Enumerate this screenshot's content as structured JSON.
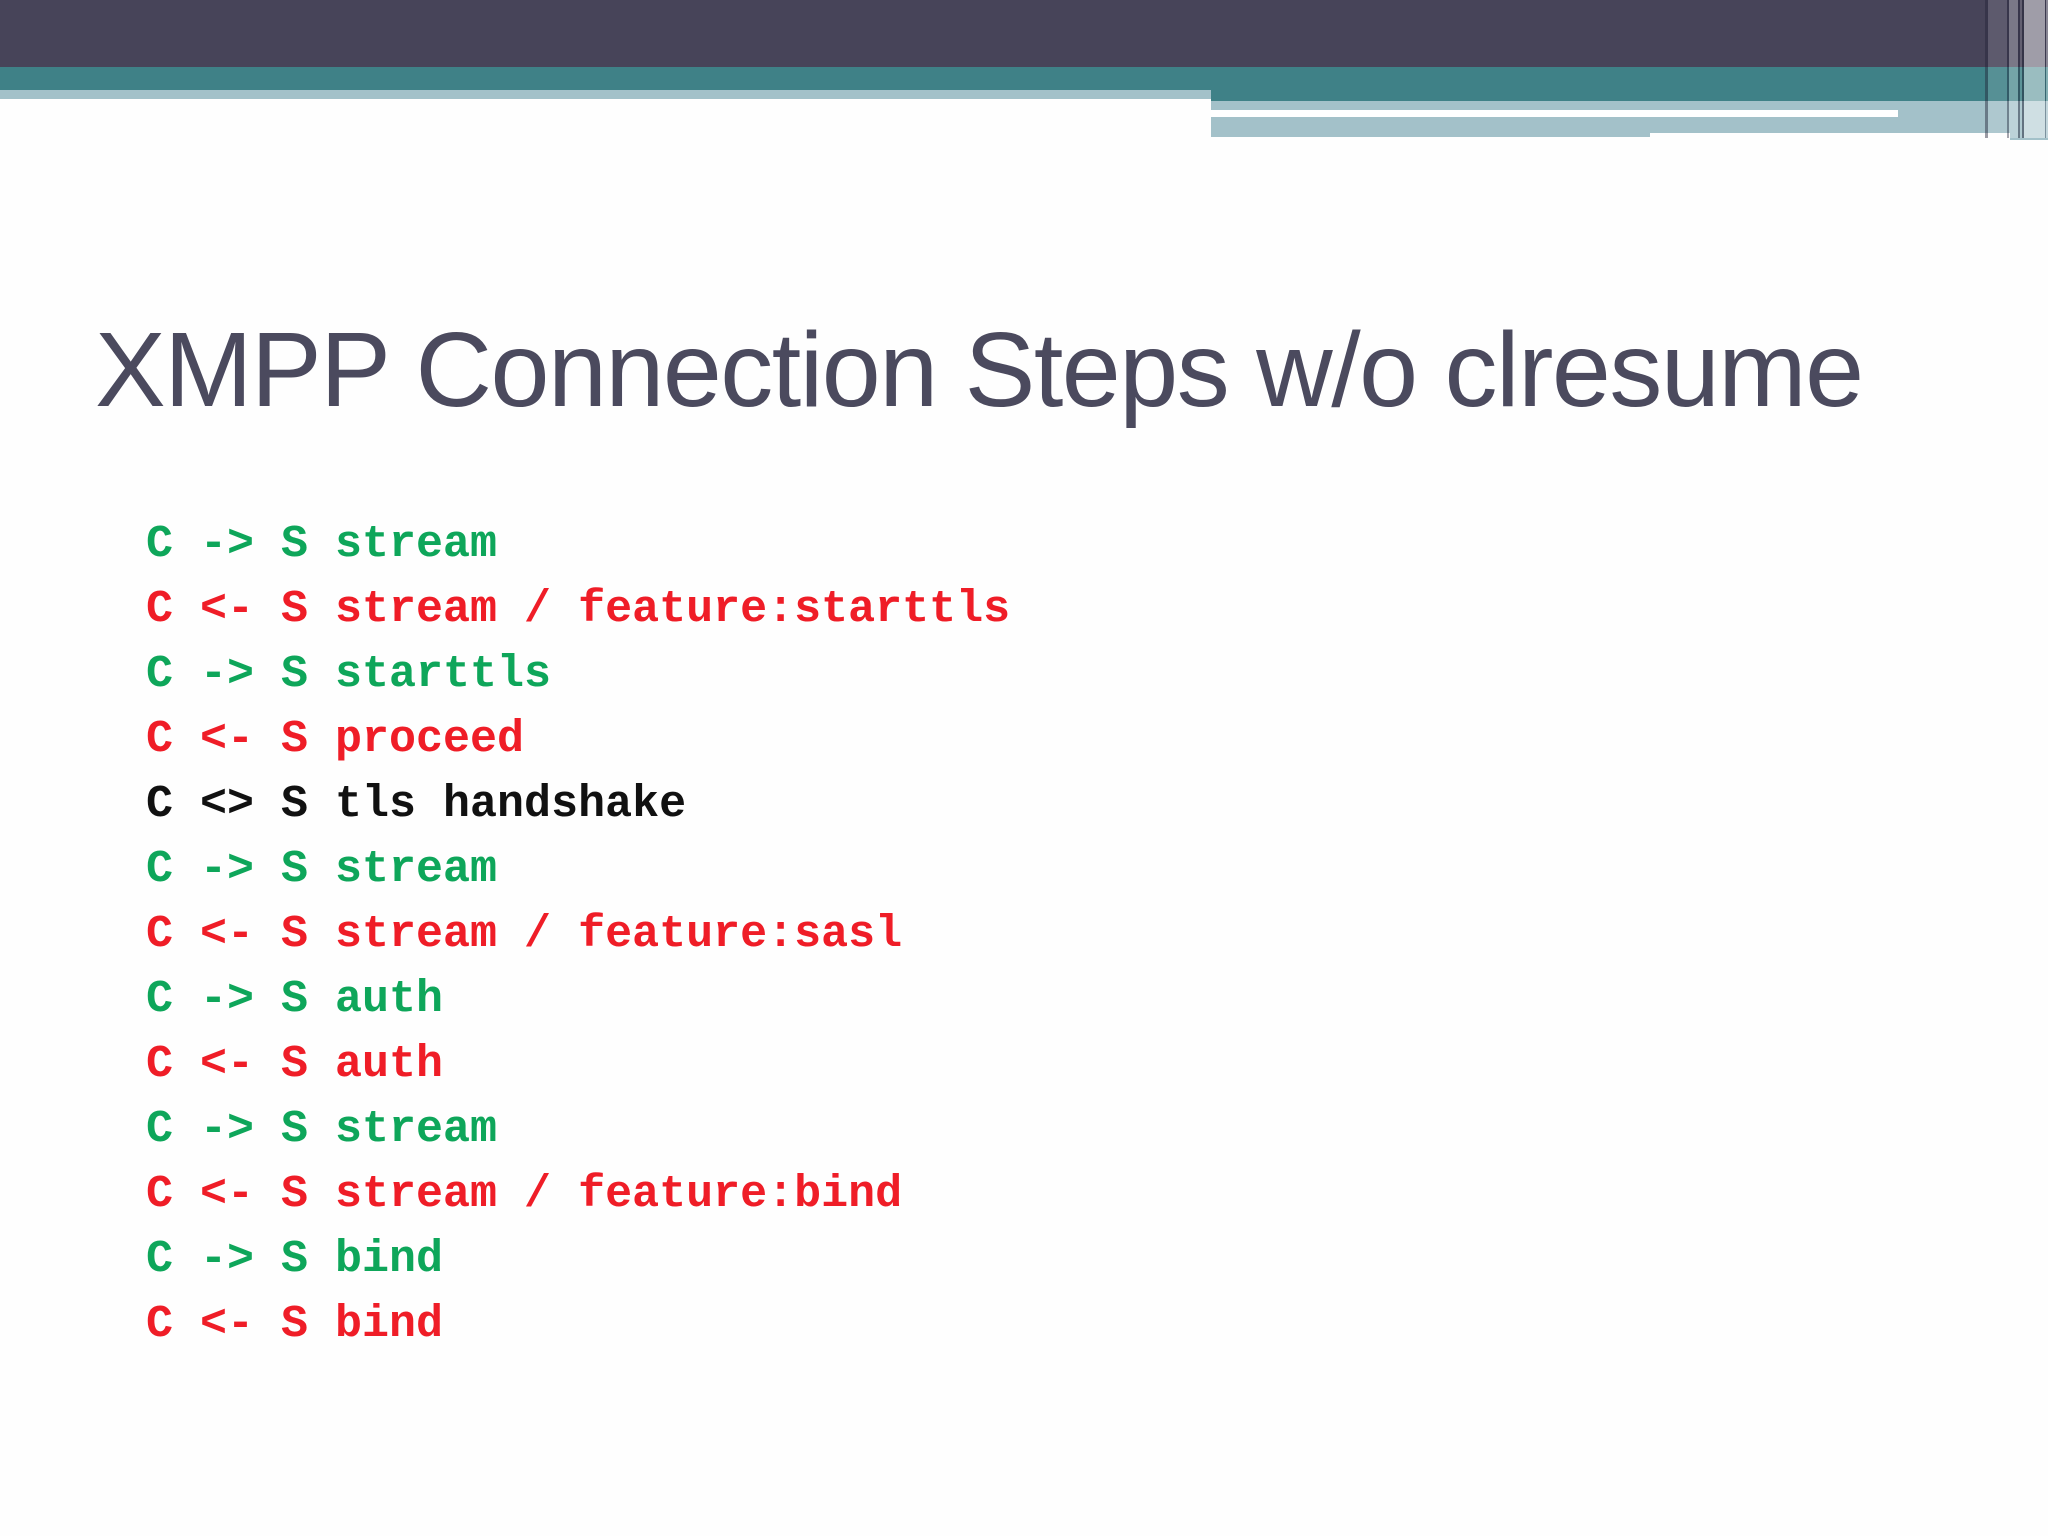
{
  "slide_title": "XMPP Connection Steps w/o clresume",
  "code_lines": [
    {
      "text": "C -> S stream",
      "direction": "client-to-server",
      "color": "#0EA65A"
    },
    {
      "text": "C <- S stream / feature:starttls",
      "direction": "server-to-client",
      "color": "#EF1D27"
    },
    {
      "text": "C -> S starttls",
      "direction": "client-to-server",
      "color": "#0EA65A"
    },
    {
      "text": "C <- S proceed",
      "direction": "server-to-client",
      "color": "#EF1D27"
    },
    {
      "text": "C <> S tls handshake",
      "direction": "bidirectional",
      "color": "#111111"
    },
    {
      "text": "C -> S stream",
      "direction": "client-to-server",
      "color": "#0EA65A"
    },
    {
      "text": "C <- S stream / feature:sasl",
      "direction": "server-to-client",
      "color": "#EF1D27"
    },
    {
      "text": "C -> S auth",
      "direction": "client-to-server",
      "color": "#0EA65A"
    },
    {
      "text": "C <- S auth",
      "direction": "server-to-client",
      "color": "#EF1D27"
    },
    {
      "text": "C -> S stream",
      "direction": "client-to-server",
      "color": "#0EA65A"
    },
    {
      "text": "C <- S stream / feature:bind",
      "direction": "server-to-client",
      "color": "#EF1D27"
    },
    {
      "text": "C -> S bind",
      "direction": "client-to-server",
      "color": "#0EA65A"
    },
    {
      "text": "C <- S bind",
      "direction": "server-to-client",
      "color": "#EF1D27"
    }
  ],
  "theme_colors": {
    "header_dark": "#474459",
    "header_teal": "#3F8187",
    "header_light_blue": "#A3C1C9",
    "title_text": "#4B4A5E",
    "background": "#FEFEFE",
    "code_green": "#0EA65A",
    "code_red": "#EF1D27",
    "code_black": "#111111"
  }
}
